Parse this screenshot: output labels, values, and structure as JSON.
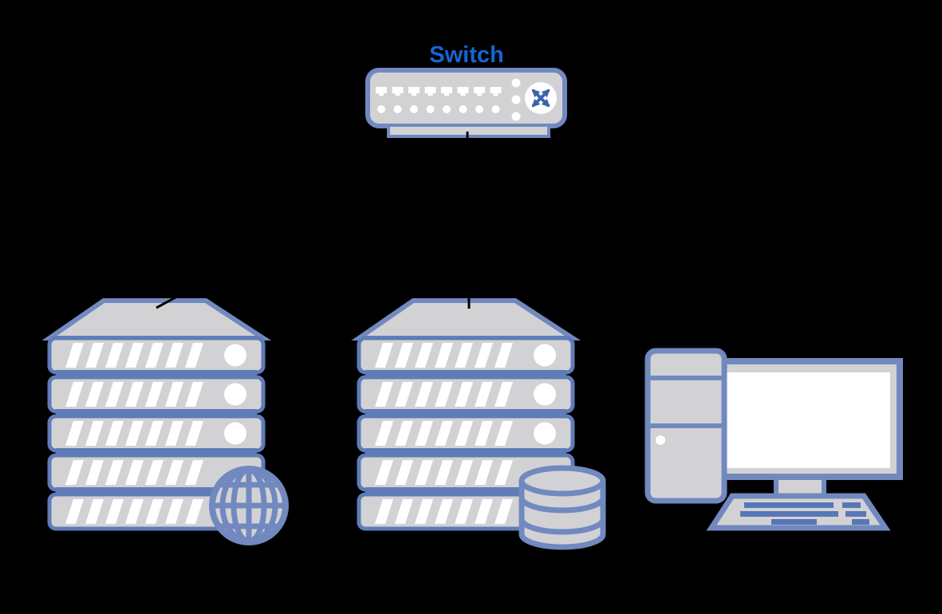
{
  "diagram": {
    "background": "#000000",
    "nodes": [
      {
        "id": "switch",
        "label": "Switch",
        "type": "network-switch",
        "icon": "crossed-arrows-icon",
        "port_count": 8,
        "led_count": 8,
        "status_dot_count": 3
      },
      {
        "id": "server-rack-web",
        "label": "",
        "type": "server-rack",
        "rack_unit_count": 5,
        "badge_icon": "globe-icon"
      },
      {
        "id": "server-rack-database",
        "label": "",
        "type": "server-rack",
        "rack_unit_count": 5,
        "badge_icon": "database-icon"
      },
      {
        "id": "workstation",
        "label": "",
        "type": "desktop-computer",
        "parts": [
          "tower",
          "monitor",
          "keyboard"
        ]
      }
    ],
    "connections": [
      {
        "from": "switch",
        "to": "server-rack-web"
      },
      {
        "from": "switch",
        "to": "server-rack-database"
      },
      {
        "from": "switch",
        "to": "workstation"
      }
    ],
    "colors": {
      "outline_blue": "#7189BF",
      "unit_outline_blue": "#5F7CB8",
      "fill_gray": "#D2D2D5",
      "detail_white": "#FFFFFF",
      "key_blue": "#5877B6",
      "arrow_blue": "#3E63A8",
      "label_blue": "#1565D6",
      "connector_black": "#000000"
    }
  }
}
